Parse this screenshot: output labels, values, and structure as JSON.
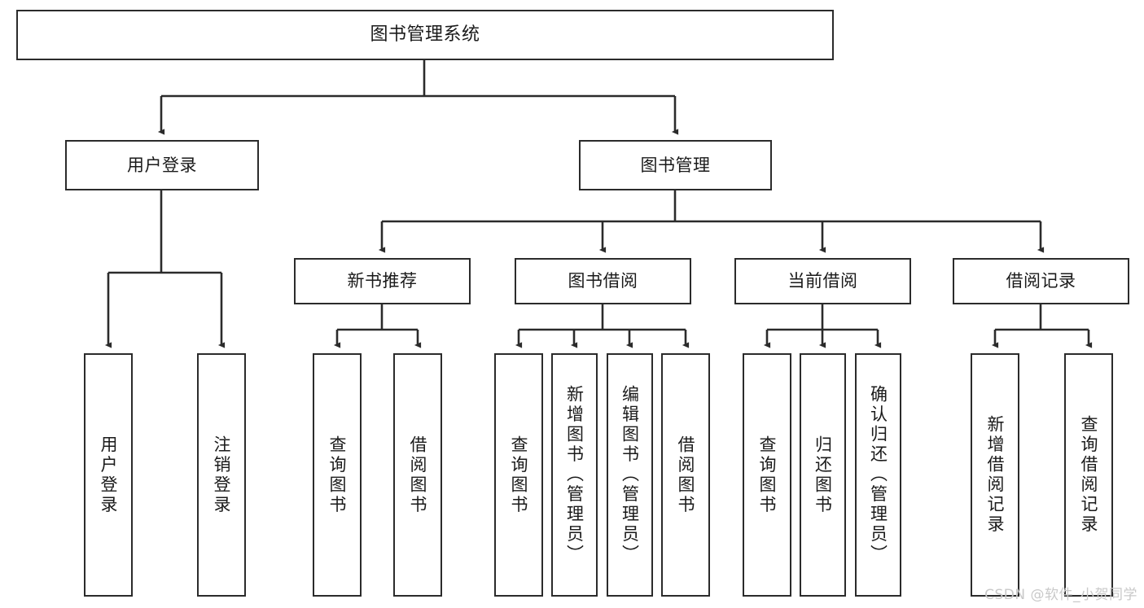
{
  "diagram": {
    "title": "图书管理系统",
    "type": "hierarchy-tree",
    "colors": {
      "background": "#ffffff",
      "node_border": "#2b2b2b",
      "node_fill": "#ffffff",
      "edge": "#2b2b2b",
      "text": "#1a1a1a",
      "watermark": "#c9c9c9"
    },
    "nodes": {
      "root": {
        "label": "图书管理系统"
      },
      "level2": [
        {
          "label": "用户登录"
        },
        {
          "label": "图书管理"
        }
      ],
      "level3": [
        {
          "label": "新书推荐"
        },
        {
          "label": "图书借阅"
        },
        {
          "label": "当前借阅"
        },
        {
          "label": "借阅记录"
        }
      ],
      "leaves_user_login": [
        {
          "label": "用户登录"
        },
        {
          "label": "注销登录"
        }
      ],
      "leaves_new_book": [
        {
          "label": "查询图书"
        },
        {
          "label": "借阅图书"
        }
      ],
      "leaves_borrow": [
        {
          "label": "查询图书"
        },
        {
          "label": "新增图书（管理员）"
        },
        {
          "label": "编辑图书（管理员）"
        },
        {
          "label": "借阅图书"
        }
      ],
      "leaves_current": [
        {
          "label": "查询图书"
        },
        {
          "label": "归还图书"
        },
        {
          "label": "确认归还（管理员）"
        }
      ],
      "leaves_records": [
        {
          "label": "新增借阅记录"
        },
        {
          "label": "查询借阅记录"
        }
      ]
    },
    "watermark": "CSDN @软件_小贺同学"
  }
}
